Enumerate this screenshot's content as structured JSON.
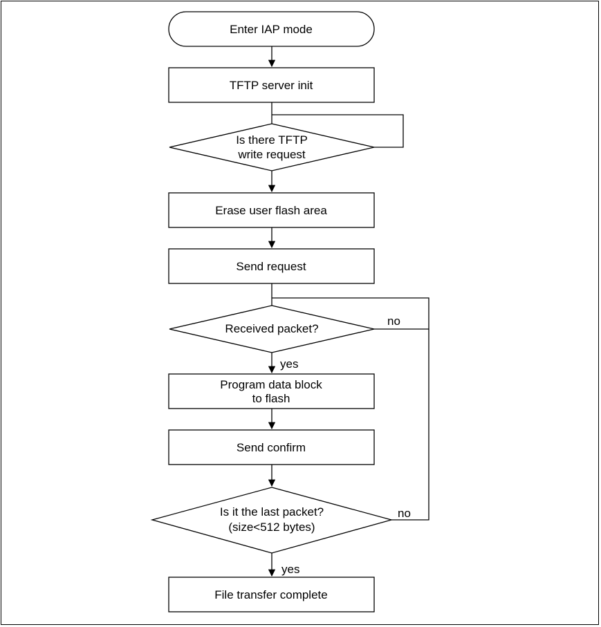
{
  "flowchart": {
    "start": "Enter IAP mode",
    "tftp_init": "TFTP server init",
    "write_request_line1": "Is there TFTP",
    "write_request_line2": "write request",
    "erase": "Erase user flash area",
    "send_request": "Send request",
    "received_packet": "Received packet?",
    "program_line1": "Program data block",
    "program_line2": "to flash",
    "send_confirm": "Send confirm",
    "last_packet_line1": "Is it the last packet?",
    "last_packet_line2": "(size<512 bytes)",
    "complete": "File transfer complete",
    "yes_1": "yes",
    "no_1": "no",
    "yes_2": "yes",
    "no_2": "no"
  }
}
